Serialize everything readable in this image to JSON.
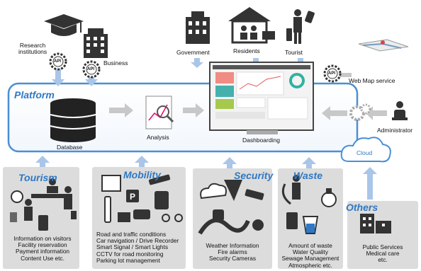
{
  "platform": {
    "title": "Platform"
  },
  "top": {
    "research": "Research\ninstitutions",
    "business": "Business",
    "government": "Government",
    "residents": "Residents",
    "tourist": "Tourist",
    "web_map": "Web Map service",
    "api": "API"
  },
  "platform_items": {
    "database": "Database",
    "analysis": "Analysis",
    "dashboarding": "Dashboarding",
    "administrator": "Administrator",
    "cloud": "Cloud"
  },
  "sections": {
    "tourism": {
      "title": "Tourism",
      "items": [
        "Information on visitors",
        "Facility reservation",
        "Payment information",
        "Content Use      etc."
      ]
    },
    "mobility": {
      "title": "Mobility",
      "items": [
        "Road and traffic conditions",
        "Car navigation / Drive Recorder",
        "Smart Signal / Smart Lights",
        "CCTV for road monitoring",
        "Parking lot management"
      ]
    },
    "security": {
      "title": "Security",
      "items": [
        "Weather Information",
        "Fire alarms",
        "Security Cameras"
      ]
    },
    "waste": {
      "title": "Waste",
      "items": [
        "Amount of waste",
        "Water Quality",
        "Sewage Management",
        "Atmospheric      etc."
      ]
    },
    "others": {
      "title": "Others",
      "items": [
        "Public Services",
        "Medical care",
        "etc."
      ]
    }
  },
  "colors": {
    "accent": "#2f78c4",
    "platform_border": "#4a8fd4",
    "arrow": "#a9c6e8",
    "panel": "#d9d9d9"
  }
}
